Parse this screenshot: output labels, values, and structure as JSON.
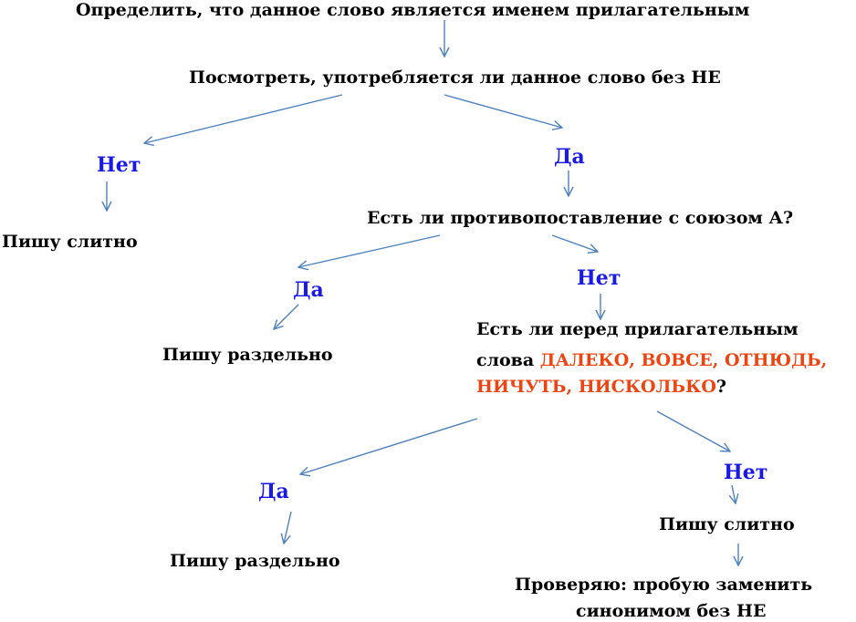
{
  "colors": {
    "text": "#000000",
    "branch_label": "#1a1ae6",
    "highlight": "#ee4411",
    "arrow": "#4f81bd"
  },
  "diagram": {
    "step1": "Определить, что данное слово является именем прилагательным",
    "step2": "Посмотреть, употребляется ли данное слово без НЕ",
    "branch1_no": "Нет",
    "branch1_no_result": "Пишу слитно",
    "branch1_yes": "Да",
    "step3": "Есть ли противопоставление с союзом А?",
    "branch2_yes": "Да",
    "branch2_yes_result": "Пишу раздельно",
    "branch2_no": "Нет",
    "step4_line1": "Есть ли перед прилагательным",
    "step4_line2_prefix": "слова ",
    "step4_line2_words": "ДАЛЕКО, ВОВСЕ, ОТНЮДЬ,",
    "step4_line3_words": "НИЧУТЬ, НИСКОЛЬКО",
    "step4_line3_suffix": "?",
    "branch3_yes": "Да",
    "branch3_yes_result": "Пишу раздельно",
    "branch3_no": "Нет",
    "branch3_no_result": "Пишу слитно",
    "check_line1": "Проверяю: пробую заменить",
    "check_line2": "синонимом без НЕ"
  }
}
